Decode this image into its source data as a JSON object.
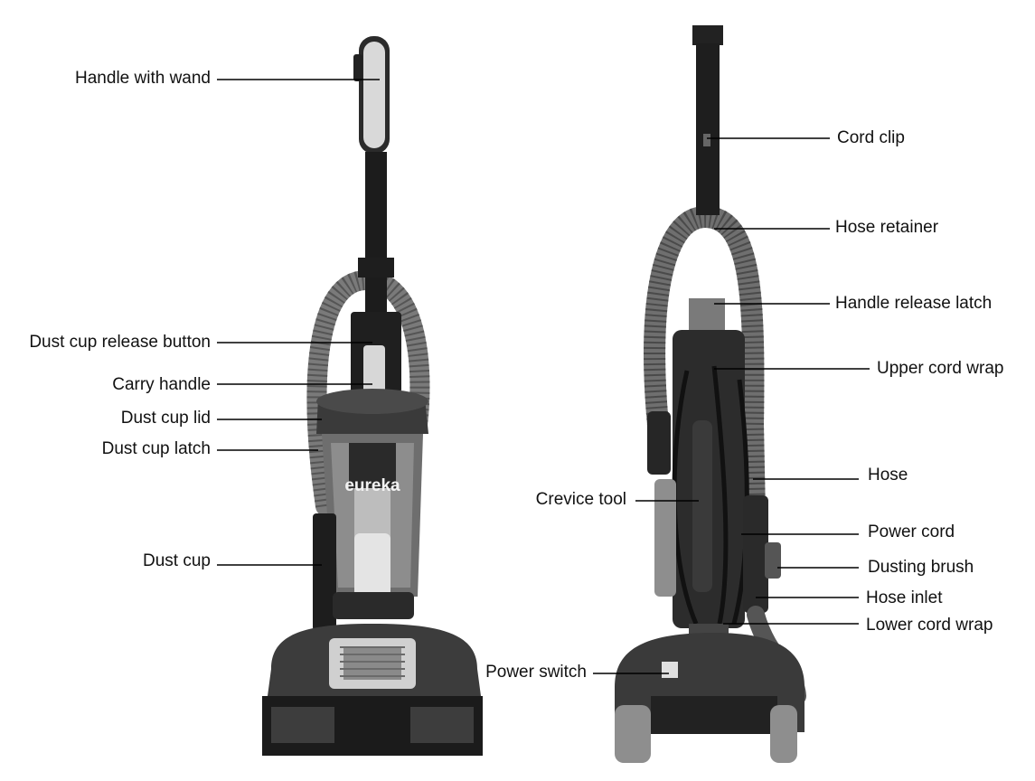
{
  "front_view": {
    "brand": "eureka",
    "labels": [
      "Handle with wand",
      "Dust cup release button",
      "Carry handle",
      "Dust cup lid",
      "Dust cup latch",
      "Dust cup"
    ]
  },
  "back_view": {
    "labels": [
      "Cord clip",
      "Hose retainer",
      "Handle release latch",
      "Upper cord wrap",
      "Hose",
      "Crevice tool",
      "Power cord",
      "Dusting brush",
      "Hose inlet",
      "Lower cord wrap",
      "Power switch"
    ]
  }
}
